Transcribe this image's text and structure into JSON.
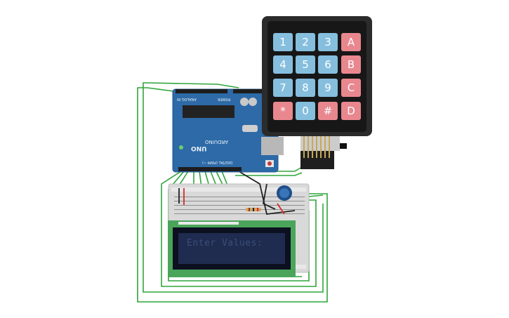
{
  "lcd": {
    "text": "Enter Values:"
  },
  "keypad": {
    "rows": [
      [
        "1",
        "2",
        "3",
        "A"
      ],
      [
        "4",
        "5",
        "6",
        "B"
      ],
      [
        "7",
        "8",
        "9",
        "C"
      ],
      [
        "*",
        "0",
        "#",
        "D"
      ]
    ]
  },
  "arduino": {
    "brand": "ARDUINO",
    "model": "UNO",
    "digital_label": "DIGITAL (PWM ~)",
    "analog_label": "ANALOG IN",
    "power_label": "POWER"
  },
  "colors": {
    "wire": "#2fa53a",
    "board": "#2d6aa7",
    "keypad_body": "#2b2b2b",
    "key_num": "#86bede",
    "key_alpha": "#e9878f",
    "lcd_frame": "#4aa55a",
    "lcd_screen": "#1f2b4f"
  }
}
